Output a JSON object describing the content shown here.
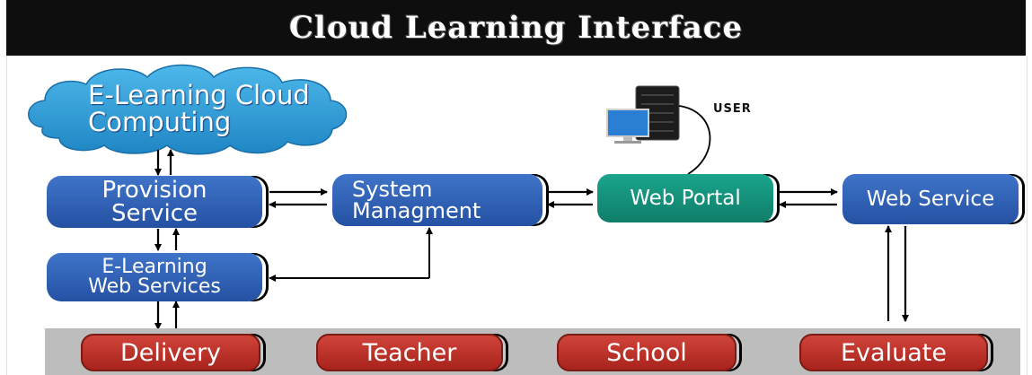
{
  "title": "Cloud Learning Interface",
  "cloud": {
    "line1": "E-Learning Cloud",
    "line2": "Computing"
  },
  "user_label": "USER",
  "nodes": {
    "provision": {
      "line1": "Provision",
      "line2": "Service"
    },
    "elearning": {
      "line1": "E-Learning",
      "line2": "Web Services"
    },
    "system": {
      "line1": "System",
      "line2": "Managment"
    },
    "portal": "Web Portal",
    "webservice": "Web Service"
  },
  "bottom": [
    "Delivery",
    "Teacher",
    "School",
    "Evaluate"
  ],
  "colors": {
    "title_bg": "#0e0e0e",
    "node_blue": "#2f5fb3",
    "node_teal": "#13917a",
    "bottom_red": "#b8322a",
    "cloud": "#2fa3dc",
    "bar_gray": "#bdbdbd"
  }
}
